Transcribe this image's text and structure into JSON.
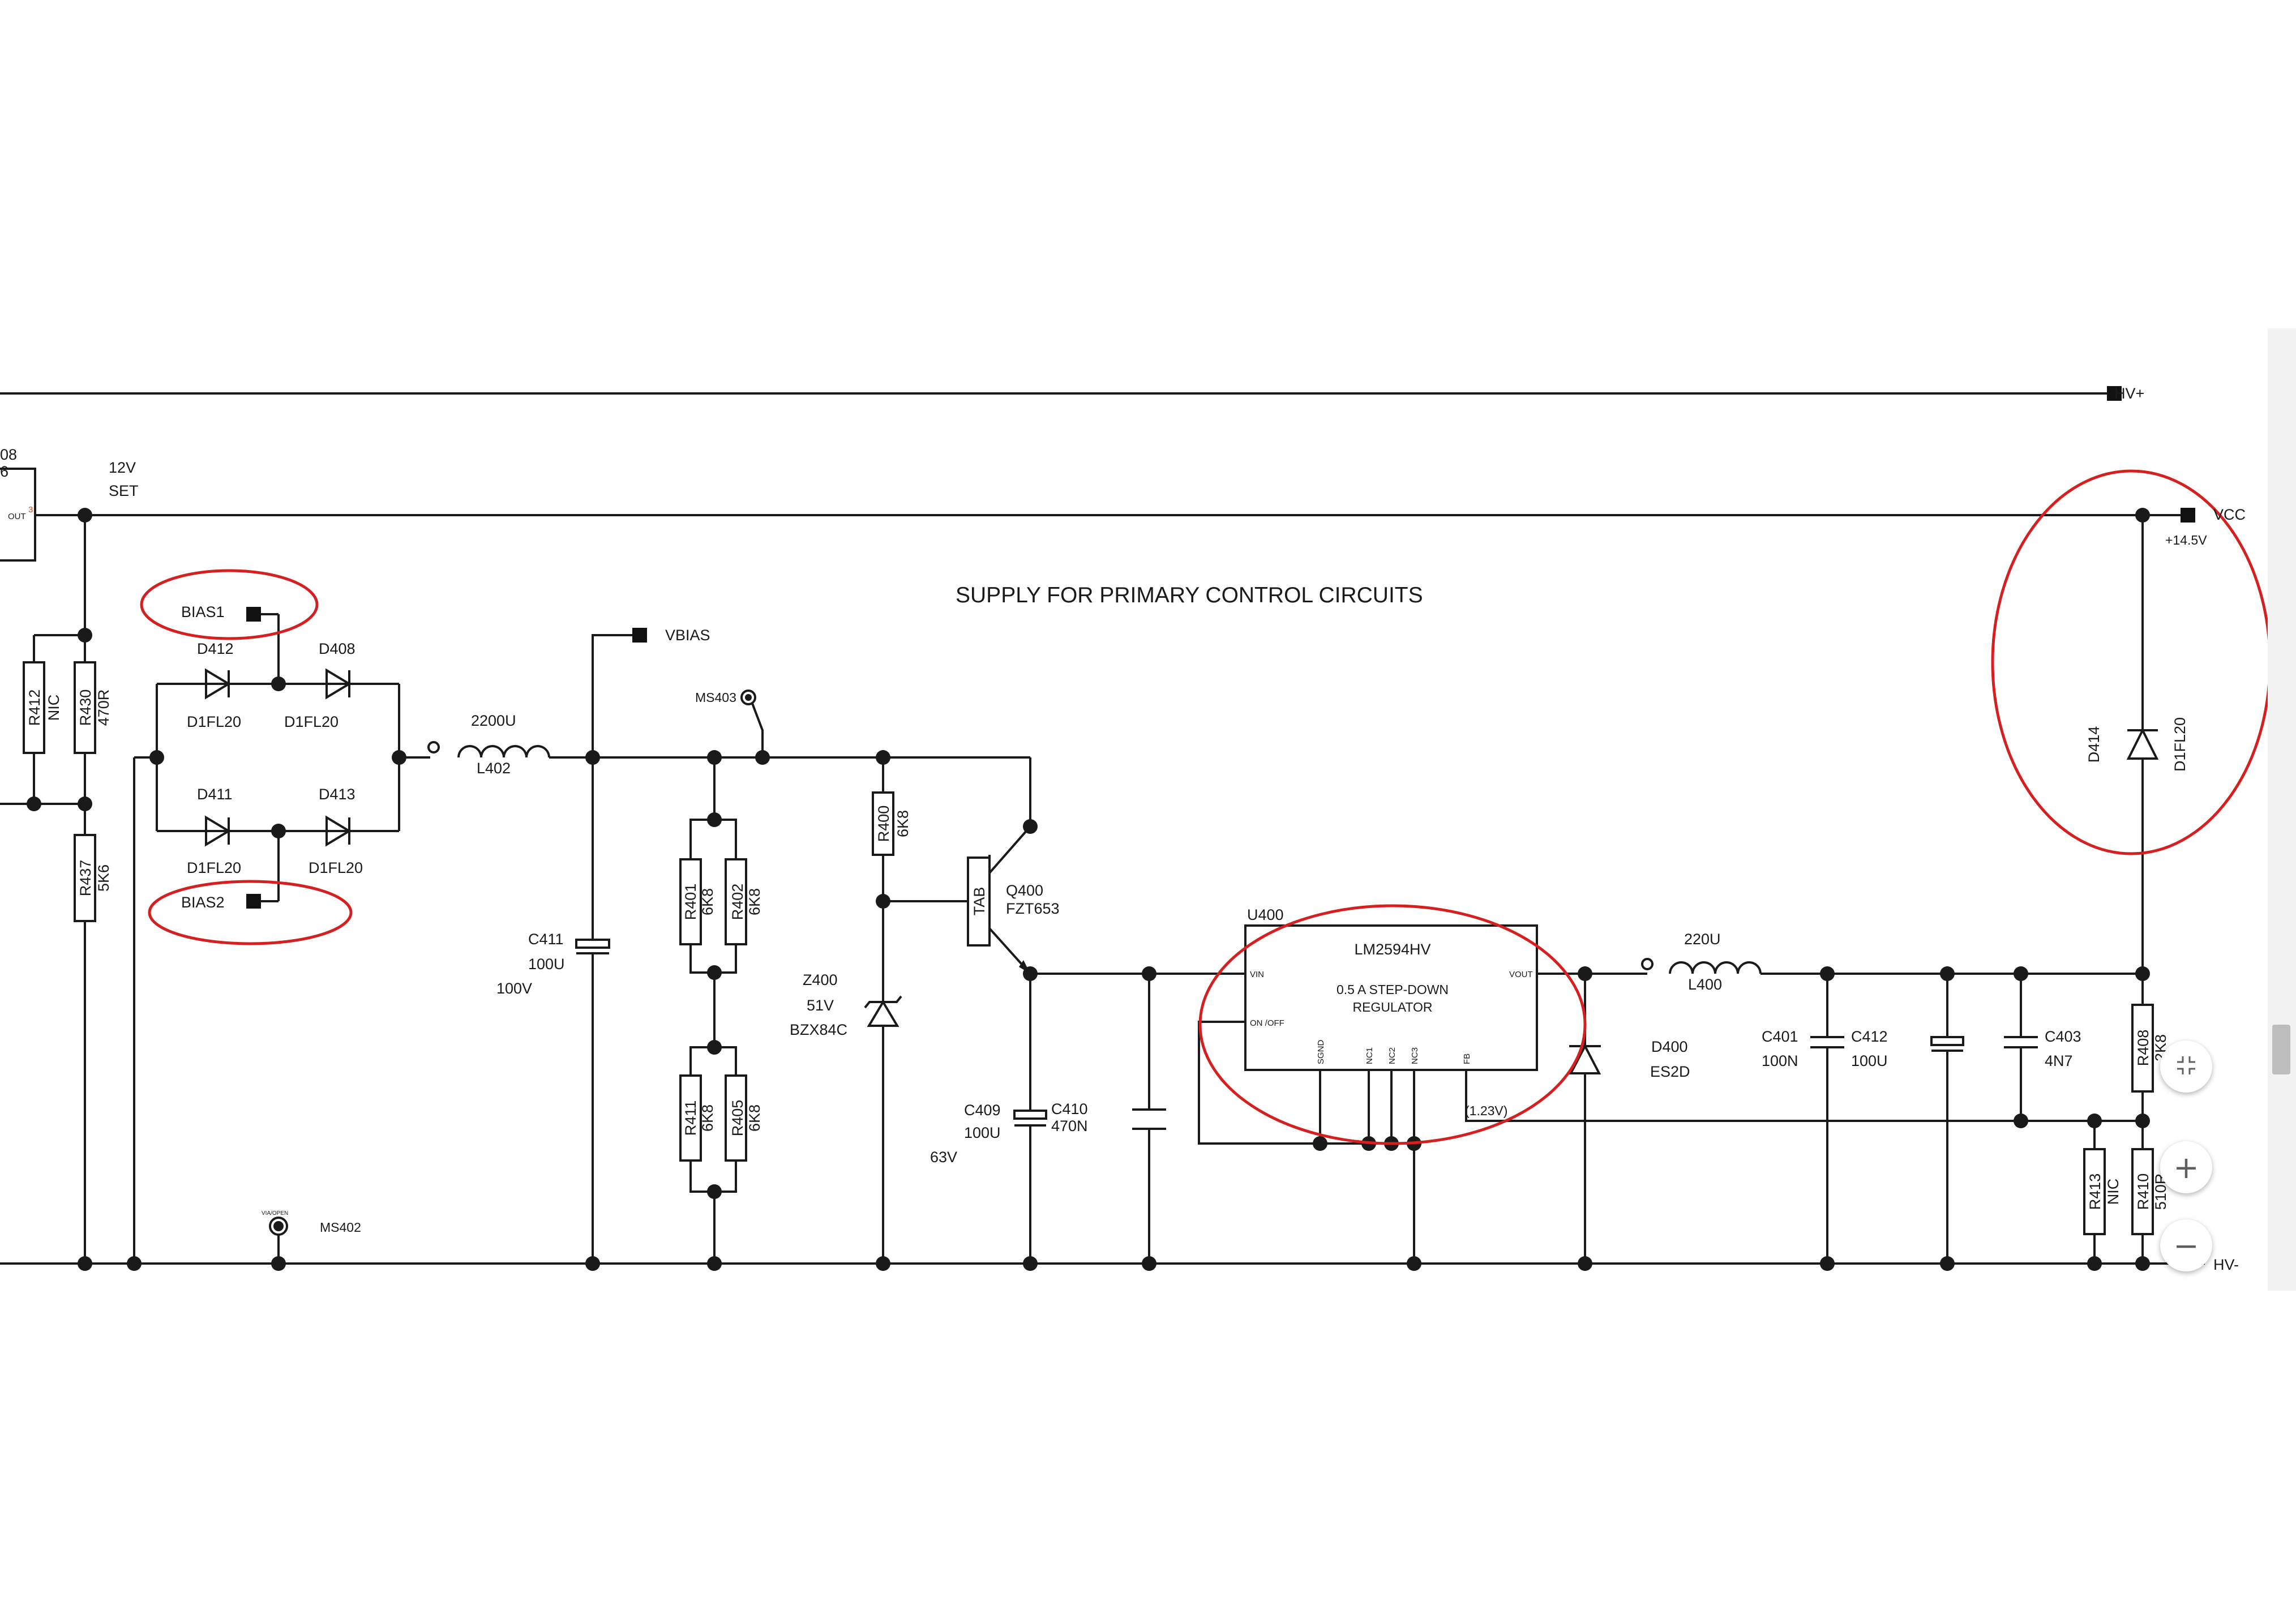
{
  "title": "SUPPLY FOR PRIMARY CONTROL CIRCUITS",
  "nets": {
    "hv_plus": "HV+",
    "hv_minus": "HV-",
    "vcc": "VCC",
    "vcc_voltage": "+14.5V",
    "vbias": "VBIAS",
    "bias1": "BIAS1",
    "bias2": "BIAS2",
    "set_12v_a": "12V",
    "set_12v_b": "SET",
    "fb_voltage": "(1.23V)"
  },
  "partial_labels": {
    "top_a": "08",
    "top_b": "6",
    "out": "OUT",
    "pin": "3"
  },
  "components": {
    "R412": {
      "ref": "R412",
      "value": "NIC"
    },
    "R430": {
      "ref": "R430",
      "value": "470R"
    },
    "R437": {
      "ref": "R437",
      "value": "5K6"
    },
    "D412": {
      "ref": "D412",
      "value": "D1FL20"
    },
    "D408": {
      "ref": "D408",
      "value": "D1FL20"
    },
    "D411": {
      "ref": "D411",
      "value": "D1FL20"
    },
    "D413": {
      "ref": "D413",
      "value": "D1FL20"
    },
    "L402": {
      "ref": "L402",
      "value": "2200U"
    },
    "C411": {
      "ref": "C411",
      "value": "100U",
      "voltage": "100V"
    },
    "MS403": {
      "ref": "MS403"
    },
    "MS402": {
      "ref": "MS402",
      "tiny": "VIA/OPEN"
    },
    "R401": {
      "ref": "R401",
      "value": "6K8"
    },
    "R402": {
      "ref": "R402",
      "value": "6K8"
    },
    "R411": {
      "ref": "R411",
      "value": "6K8"
    },
    "R405": {
      "ref": "R405",
      "value": "6K8"
    },
    "R400": {
      "ref": "R400",
      "value": "6K8"
    },
    "Z400": {
      "ref": "Z400",
      "value": "51V",
      "part": "BZX84C"
    },
    "Q400": {
      "ref": "Q400",
      "part": "FZT653",
      "tab": "TAB"
    },
    "C409": {
      "ref": "C409",
      "value": "100U",
      "voltage": "63V"
    },
    "C410": {
      "ref": "C410",
      "value": "470N"
    },
    "U400": {
      "ref": "U400",
      "part": "LM2594HV",
      "desc1": "0.5 A STEP-DOWN",
      "desc2": "REGULATOR",
      "pins": {
        "vin": "VIN",
        "onoff": "ON /OFF",
        "vout": "VOUT",
        "sgnd": "SGND",
        "nc1": "NC1",
        "nc2": "NC2",
        "nc3": "NC3",
        "fb": "FB"
      }
    },
    "D400": {
      "ref": "D400",
      "part": "ES2D"
    },
    "L400": {
      "ref": "L400",
      "value": "220U"
    },
    "C401": {
      "ref": "C401",
      "value": "100N"
    },
    "C412": {
      "ref": "C412",
      "value": "100U"
    },
    "C403": {
      "ref": "C403",
      "value": "4N7"
    },
    "R408": {
      "ref": "R408",
      "value": "2K8"
    },
    "R413": {
      "ref": "R413",
      "value": "NIC"
    },
    "R410": {
      "ref": "R410",
      "value": "510R"
    },
    "D414": {
      "ref": "D414",
      "value": "D1FL20"
    }
  },
  "highlight_color": "#d42020",
  "wire_color": "#1a1a1a",
  "viewer_controls": {
    "fit_icon": "fit-screen-icon",
    "zoom_in_label": "+",
    "zoom_out_label": "−"
  }
}
